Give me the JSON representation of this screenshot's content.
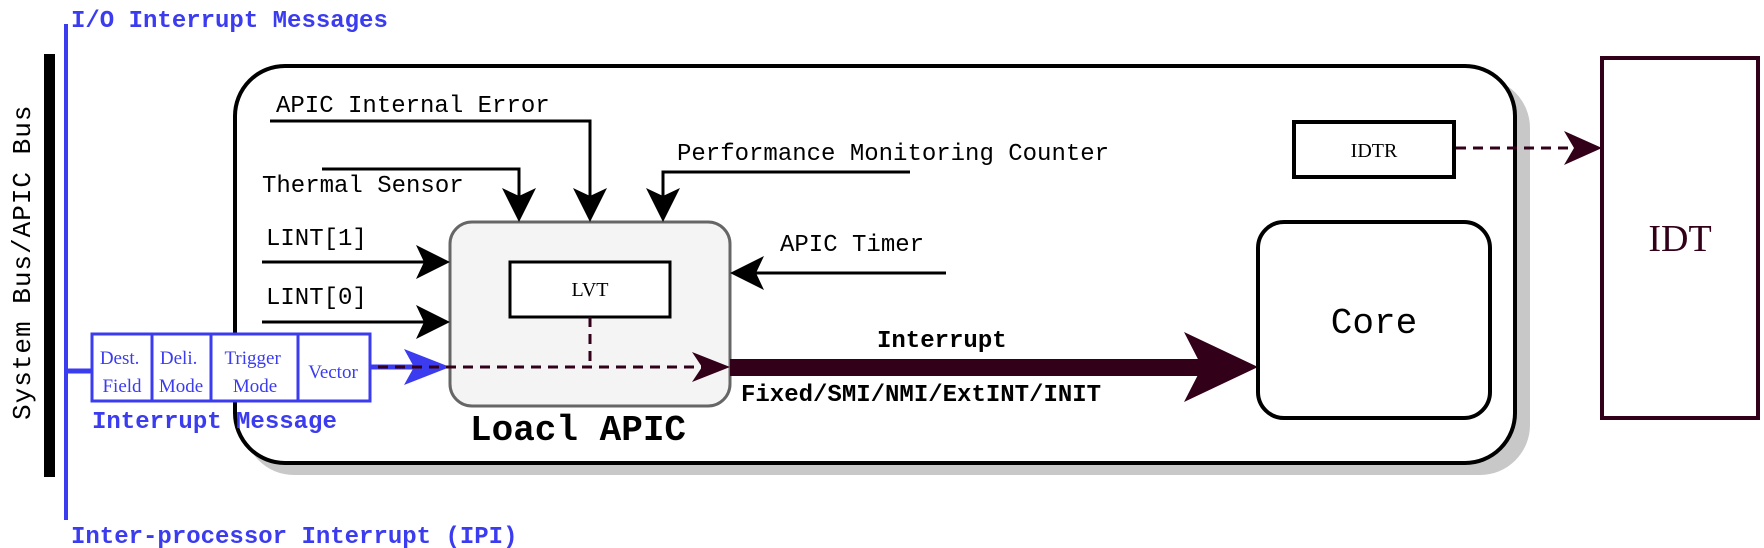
{
  "bus": {
    "label": "System Bus/APIC Bus",
    "io_messages": "I/O Interrupt Messages",
    "ipi": "Inter-processor Interrupt (IPI)"
  },
  "interrupt_message": {
    "label": "Interrupt Message",
    "fields": [
      {
        "line1": "Dest.",
        "line2": "Field"
      },
      {
        "line1": "Deli.",
        "line2": "Mode"
      },
      {
        "line1": "Trigger",
        "line2": "Mode"
      },
      {
        "line1": "Vector",
        "line2": ""
      }
    ]
  },
  "sources": {
    "apic_internal_error": "APIC Internal Error",
    "thermal_sensor": "Thermal Sensor",
    "performance_counter": "Performance Monitoring Counter",
    "lint1": "LINT[1]",
    "lint0": "LINT[0]",
    "apic_timer": "APIC Timer"
  },
  "local_apic": {
    "label": "Loacl APIC",
    "lvt": "LVT"
  },
  "interrupt_arrow": {
    "label": "Interrupt",
    "types": "Fixed/SMI/NMI/ExtINT/INIT"
  },
  "core": {
    "label": "Core"
  },
  "idtr": {
    "label": "IDTR"
  },
  "idt": {
    "label": "IDT"
  },
  "colors": {
    "blue": "#3b3bf0",
    "dark_maroon": "#33001a",
    "black": "#000000",
    "lapic_fill": "#f4f4f4",
    "shadow": "#c8c8c8"
  }
}
